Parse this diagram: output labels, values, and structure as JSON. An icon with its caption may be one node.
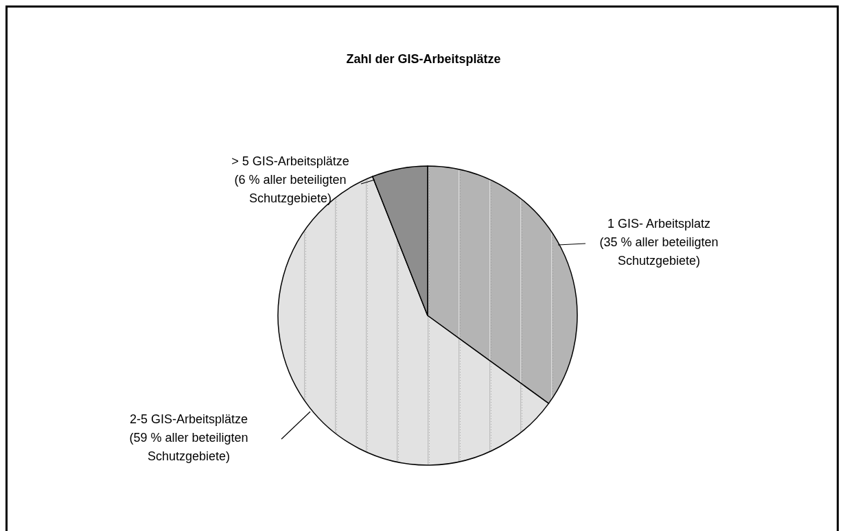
{
  "diagram": {
    "chart_data": {
      "type": "pie",
      "title": "Zahl der GIS-Arbeitsplätze",
      "categories": [
        "1 GIS- Arbeitsplatz",
        "2-5 GIS-Arbeitsplätze",
        "> 5 GIS-Arbeitsplätze"
      ],
      "values": [
        35,
        59,
        6
      ],
      "value_labels": [
        "(35 % aller beteiligten Schutzgebiete)",
        "(59 % aller beteiligten Schutzgebiete)",
        "(6 % aller beteiligten Schutzgebiete)"
      ]
    }
  }
}
